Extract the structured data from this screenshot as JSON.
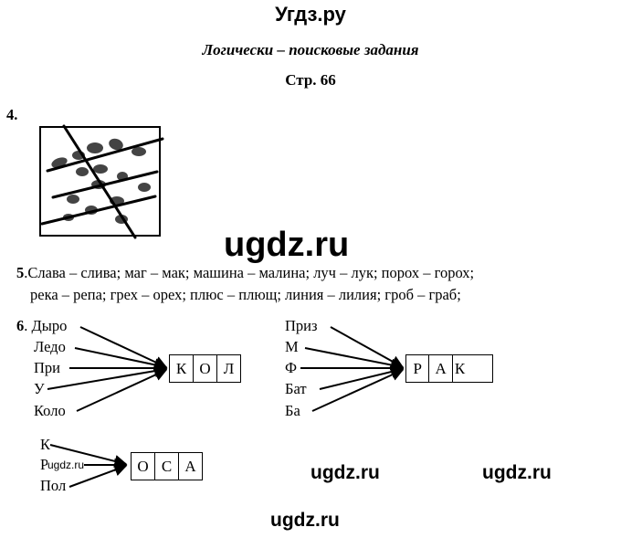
{
  "header": {
    "site": "Угдз.ру"
  },
  "subject": "Логически – поисковые задания",
  "page_label": "Стр. 66",
  "task4": {
    "number": "4."
  },
  "task5": {
    "number": "5",
    "line1": ".Слава – слива;  маг – мак;  машина – малина;  луч – лук;  порох – горох;",
    "line2": "река – репа;  грех – орех;  плюс – плющ;  линия – лилия;  гроб – граб;"
  },
  "task6": {
    "number": "6",
    "group1": {
      "words": [
        ". Дыро",
        "Ледо",
        "При",
        "У",
        "Коло"
      ],
      "answer": [
        "К",
        "О",
        "Л"
      ]
    },
    "group2": {
      "words": [
        "Приз",
        "М",
        "Ф",
        "Бат",
        "Ба"
      ],
      "answer": [
        "Р",
        "А",
        "К"
      ]
    },
    "group3": {
      "words": [
        "К",
        "Р",
        "Пол"
      ],
      "answer": [
        "О",
        "С",
        "А"
      ]
    }
  },
  "watermarks": {
    "center": "ugdz.ru",
    "small": "ugdz.ru",
    "right1": "ugdz.ru",
    "right2": "ugdz.ru",
    "bottom": "ugdz.ru"
  }
}
